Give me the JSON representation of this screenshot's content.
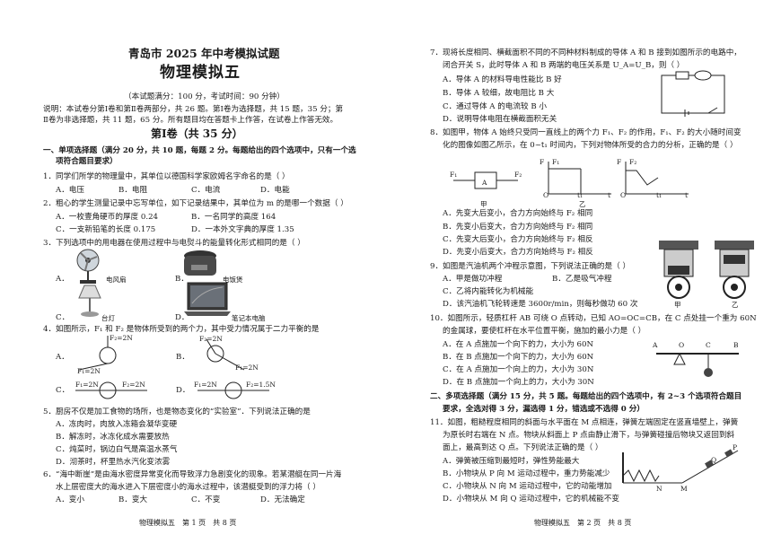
{
  "left": {
    "title": "青岛市 2025 年中考模拟试题",
    "subtitle": "物理模拟五",
    "meta": "（本试题满分：100 分，考试时间：90 分钟）",
    "instructions": [
      "说明：本试卷分第Ⅰ卷和第Ⅱ卷两部分，共 26 题。第Ⅰ卷为选择题，共 15 题，35 分；第",
      "Ⅱ卷为非选择题，共 11 题，65 分。所有题目均在答题卡上作答，在试卷上作答无效。"
    ],
    "part_title": "第Ⅰ卷（共 35 分）",
    "section1": [
      "一、单项选择题（满分 20 分，共 10 题，每题 2 分。每题给出的四个选项中，只有一个选",
      "项符合题目要求）"
    ],
    "q1": {
      "stem": "1．同学们所学的物理量中，其单位以德国科学家欧姆名字命名的是（        ）",
      "options": [
        "A．电压",
        "B．电阻",
        "C．电流",
        "D．电能"
      ]
    },
    "q2": {
      "stem": "2．粗心的学生测量记录中忘写单位，如下记录结果中，其单位为 m 的是哪一个数据（        ）",
      "options": [
        "A．一枚壹角硬币的厚度 0.24",
        "B．一名同学的高度 164",
        "C．一支新铅笔的长度 0.175",
        "D．一本外文字典的厚度 1.35"
      ]
    },
    "q3": {
      "stem": "3．下列选项中的用电器在使用过程中与电熨斗的能量转化形式相同的是（        ）",
      "options": [
        "A．",
        "B．",
        "C．",
        "D．"
      ],
      "captions": [
        "电风扇",
        "电饭煲",
        "台灯",
        "笔记本电脑"
      ]
    },
    "q4": {
      "stem": "4．如图所示，F₁ 和 F₂ 是物体所受到的两个力，其中受力情况属于二力平衡的是",
      "options": [
        "A．",
        "B．",
        "C．",
        "D．"
      ],
      "labels": [
        "F₂=2N",
        "F₁=2N",
        "F₂=2N",
        "F₁=2N",
        "F₁=2N",
        "F₂=2N",
        "F₁=2N",
        "F₂=1.5N"
      ]
    },
    "q5": {
      "stem": "5．厨房不仅是加工食物的场所，也是物态变化的“实验室”．下列说法正确的是",
      "options": [
        "A．冻肉时，肉放入冻箱会凝华变硬",
        "B．解冻时，冰冻化成水需要放热",
        "C．炖菜时，锅边白气是高温水蒸气",
        "D．沏茶时，杯里热水汽化变浓雾"
      ]
    },
    "q6": {
      "stem": [
        "6．“海中断崖”是由海水密度异常变化而导致浮力急剧变化的现象。若某潜艇在同一片海",
        "水上层密度大的海水进入下层密度小的海水过程中，该潜艇受到的浮力将（        ）"
      ],
      "options": [
        "A．变小",
        "B．变大",
        "C．不变",
        "D．无法确定"
      ]
    },
    "footer": "物理模拟五　第 1 页　共 8 页"
  },
  "right": {
    "q7": {
      "stem": [
        "7．现将长度相同、横截面积不同的不同种材料制成的导体 A 和 B 接到如图所示的电路中，",
        "闭合开关 S，此时导体 A 和 B 两端的电压关系是 U_A=U_B，则（        ）"
      ],
      "options": [
        "A．导体 A 的材料导电性能比 B 好",
        "B．导体 A 较细，故电阻比 B 大",
        "C．通过导体 A 的电流较 B 小",
        "D．说明导体电阻在横截面积无关"
      ]
    },
    "q8": {
      "stem": [
        "8．如图甲，物体 A 始终只受同一直线上的两个力 F₁、F₂ 的作用，F₁、F₂ 的大小随时间变",
        "化的图像如图乙所示，在 0~t₁ 时间内，下列对物体所受的合力的分析，正确的是（        ）"
      ],
      "options": [
        "A．先变大后变小，合力方向始终与 F₂ 相同",
        "B．先变小后变大，合力方向始终与 F₂ 相同",
        "C．先变大后变小，合力方向始终与 F₂ 相反",
        "D．先变小后变大，合力方向始终与 F₂ 相反"
      ],
      "fig_labels": [
        "F₁",
        "F₂",
        "A",
        "F",
        "F₁",
        "O",
        "t₁",
        "t",
        "F",
        "F₂",
        "O",
        "t₁",
        "t",
        "甲",
        "乙"
      ]
    },
    "q9": {
      "stem": "9．如图是汽油机两个冲程示意图，下列说法正确的是（        ）",
      "options": [
        "A．甲是做功冲程",
        "B．乙是吸气冲程",
        "C．乙将内能转化为机械能",
        "D．该汽油机飞轮转速是 3600r/min，则每秒做功 60 次"
      ],
      "fig_labels": [
        "甲",
        "乙"
      ]
    },
    "q10": {
      "stem": [
        "10．如图所示，轻质杠杆 AB 可绕 O 点转动，已知 AO=OC=CB，在 C 点处挂一个重为 60N",
        "的金属球，要使杠杆在水平位置平衡，施加的最小力是（        ）"
      ],
      "options": [
        "A．在 A 点施加一个向下的力，大小为 60N",
        "B．在 B 点施加一个向下的力，大小为 60N",
        "C．在 A 点施加一个向上的力，大小为 30N",
        "D．在 B 点施加一个向上的力，大小为 30N"
      ],
      "fig_labels": [
        "A",
        "O",
        "C",
        "B"
      ]
    },
    "section2": "二、多项选择题（满分 15 分，共 5 题。每题给出的四个选项中，有 2~3 个选项符合题目",
    "section2b": "要求，全选对得 3 分，漏选得 1 分，错选或不选得 0 分）",
    "q11": {
      "stem": [
        "11．如图，粗糙程度相同的斜面与水平面在 M 点相连，弹簧左端固定在竖直墙壁上，弹簧",
        "为原长时右端在 N 点。物块从斜面上 P 点由静止滑下，与弹簧碰撞后物块又返回到斜",
        "面上，最高到达 Q 点。下列说法正确的是（        ）"
      ],
      "options": [
        "A．弹簧被压缩到最短时，弹性势能最大",
        "B．小物块从 P 向 M 运动过程中，重力势能减少",
        "C．小物块从 N 向 M 运动过程中，它的动能增加",
        "D．小物块从 M 向 Q 运动过程中，它的机械能不变"
      ],
      "fig_labels": [
        "P",
        "Q",
        "M",
        "N"
      ]
    },
    "footer": "物理模拟五　第 2 页　共 8 页"
  }
}
